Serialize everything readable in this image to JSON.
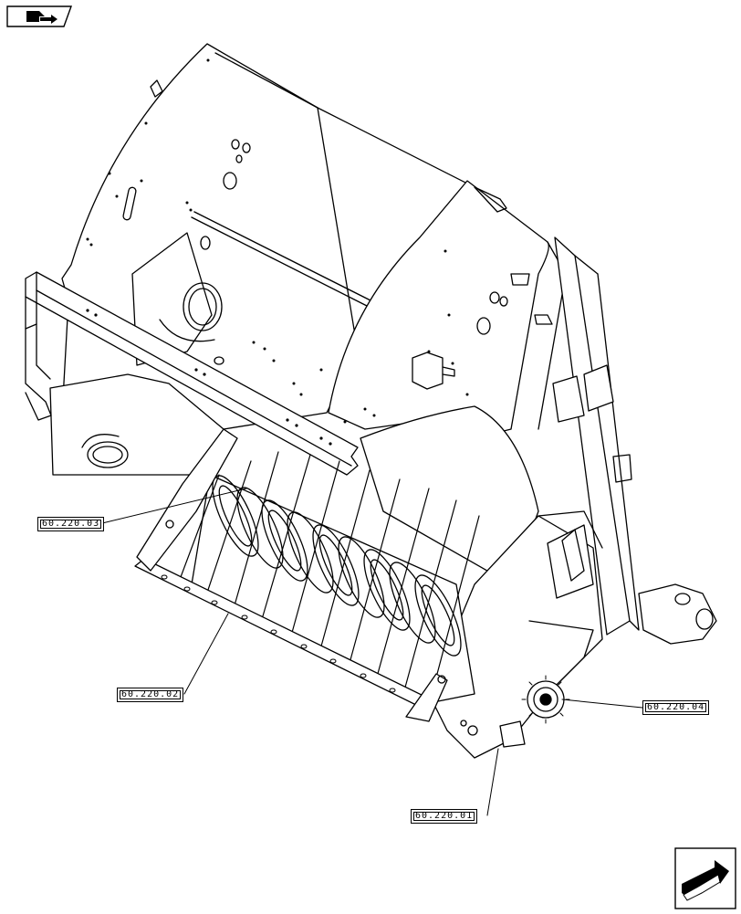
{
  "callouts": [
    {
      "id": "c1",
      "label": "60.220.03"
    },
    {
      "id": "c2",
      "label": "60.220.02"
    },
    {
      "id": "c3",
      "label": "60.220.04"
    },
    {
      "id": "c4",
      "label": "60.220.01"
    }
  ],
  "icons": {
    "top_left": "page-orientation-icon",
    "bottom_right": "navigation-arrow-icon"
  }
}
